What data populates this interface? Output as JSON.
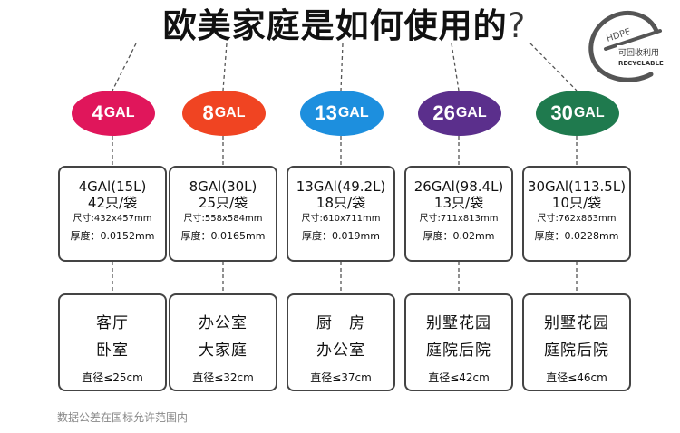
{
  "title": "欧美家庭是如何使用的",
  "title_q": "?",
  "logo": {
    "top_text": "HDPE",
    "label_cn": "可回收利用",
    "label_en": "RECYCLABLE"
  },
  "items": [
    {
      "gal": "4",
      "unit": "GAL",
      "color": "#e0165b",
      "size": "4GAl(15L)",
      "qty": "42只/袋",
      "dim": "尺寸:432x457mm",
      "thk": "厚度：0.0152mm",
      "use1": "客厅",
      "use2": "卧室",
      "dia": "直径≤25cm"
    },
    {
      "gal": "8",
      "unit": "GAL",
      "color": "#f04422",
      "size": "8GAl(30L)",
      "qty": "25只/袋",
      "dim": "尺寸:558x584mm",
      "thk": "厚度：0.0165mm",
      "use1": "办公室",
      "use2": "大家庭",
      "dia": "直径≤32cm"
    },
    {
      "gal": "13",
      "unit": "GAL",
      "color": "#1d8fde",
      "size": "13GAl(49.2L)",
      "qty": "18只/袋",
      "dim": "尺寸:610x711mm",
      "thk": "厚度：0.019mm",
      "use1": "厨　房",
      "use2": "办公室",
      "dia": "直径≤37cm"
    },
    {
      "gal": "26",
      "unit": "GAL",
      "color": "#5b2f8c",
      "size": "26GAl(98.4L)",
      "qty": "13只/袋",
      "dim": "尺寸:711x813mm",
      "thk": "厚度：0.02mm",
      "use1": "别墅花园",
      "use2": "庭院后院",
      "dia": "直径≤42cm"
    },
    {
      "gal": "30",
      "unit": "GAL",
      "color": "#1f7a4e",
      "size": "30GAl(113.5L)",
      "qty": "10只/袋",
      "dim": "尺寸:762x863mm",
      "thk": "厚度：0.0228mm",
      "use1": "别墅花园",
      "use2": "庭院后院",
      "dia": "直径≤46cm"
    }
  ],
  "footnote": "数据公差在国标允许范围内"
}
